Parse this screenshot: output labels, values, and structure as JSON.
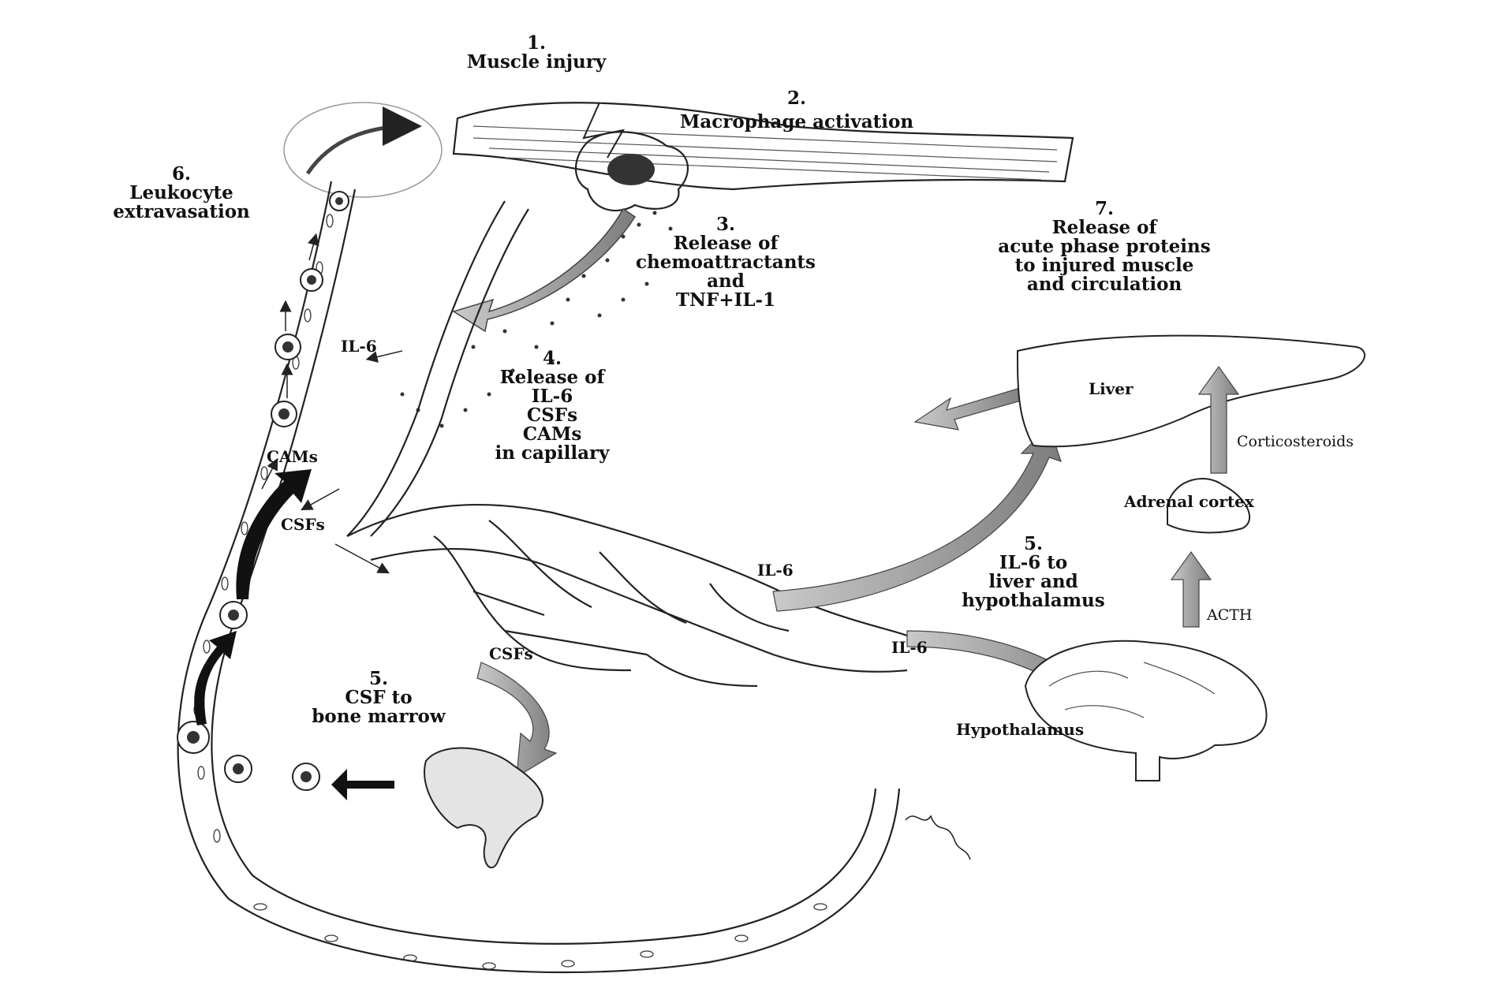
{
  "steps": {
    "s1": {
      "num": "1.",
      "text": "Muscle injury"
    },
    "s2": {
      "num": "2.",
      "text": "Macrophage activation"
    },
    "s3": {
      "num": "3.",
      "lines": [
        "Release of",
        "chemoattractants",
        "and",
        "TNF+IL-1"
      ]
    },
    "s4": {
      "num": "4.",
      "lines": [
        "Release of",
        "IL-6",
        "CSFs",
        "CAMs",
        "in capillary"
      ]
    },
    "s5a": {
      "num": "5.",
      "lines": [
        "CSF to",
        "bone marrow"
      ]
    },
    "s5b": {
      "num": "5.",
      "lines": [
        "IL-6 to",
        "liver and",
        "hypothalamus"
      ]
    },
    "s6": {
      "num": "6.",
      "lines": [
        "Leukocyte",
        "extravasation"
      ]
    },
    "s7": {
      "num": "7.",
      "lines": [
        "Release of",
        "acute phase proteins",
        "to injured muscle",
        "and circulation"
      ]
    }
  },
  "labels": {
    "il6_left": "IL-6",
    "cams": "CAMs",
    "csfs_upper": "CSFs",
    "csfs_lower": "CSFs",
    "il6_mid": "IL-6",
    "il6_low": "IL-6",
    "liver": "Liver",
    "corticosteroids": "Corticosteroids",
    "adrenal": "Adrenal cortex",
    "acth": "ACTH",
    "hypothalamus": "Hypothalamus"
  },
  "colors": {
    "ink": "#222222",
    "grey_arrow": "#9a9a9a",
    "paper": "#ffffff"
  }
}
